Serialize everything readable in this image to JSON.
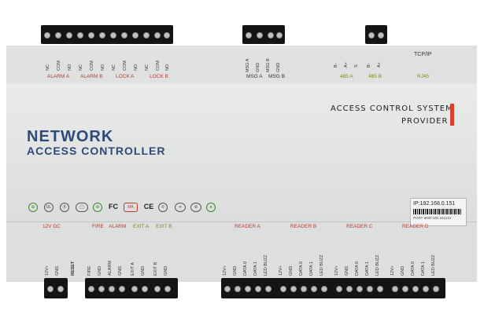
{
  "top_groups": {
    "alarm_a": "ALARM A",
    "alarm_b": "ALARM B",
    "lock_a": "LOCK A",
    "lock_b": "LOCK B",
    "msg_a": "MSG A",
    "msg_b": "MSG B",
    "p485_a": "485 A",
    "p485_b": "485 B",
    "rj45": "RJ45",
    "tcpip": "TCP/IP"
  },
  "top_pins": {
    "nc": "NC",
    "com": "COM",
    "no": "NO",
    "msga": "MSG A",
    "msgb": "MSG B",
    "gnd": "GND",
    "bminus": "B-",
    "aplus": "A+",
    "s": "S"
  },
  "face": {
    "title_line1": "NETWORK",
    "title_line2": "ACCESS CONTROLLER",
    "system_line1": "ACCESS CONTROL SYSTEM",
    "system_line2": "PROVIDER",
    "ip_label": "IP:192.168.0.151",
    "ip_small": "PORT 8000  S/N  241131"
  },
  "bottom_groups": {
    "dc12v": "12V DC",
    "fire": "FIRE",
    "alarm": "ALARM",
    "exit_a": "EXIT A",
    "exit_b": "EXIT B",
    "reader_a": "READER A",
    "reader_b": "READER B",
    "reader_c": "READER C",
    "reader_d": "READER D"
  },
  "bottom_pins": {
    "v12": "12V+",
    "gnd": "GND",
    "reset": "RESET",
    "fire": "FIRE",
    "alarm": "ALARM",
    "exita": "EXIT A",
    "exitb": "EXIT B",
    "data0": "DATA 0",
    "data1": "DATA 1",
    "ledbuzz": "LED BUZZ"
  },
  "certifications": [
    "eco-icon",
    "ul-icon",
    "rohs-icon",
    "rohs2-icon",
    "recycle-icon",
    "fcc-icon",
    "mark-icon",
    "ce-icon",
    "c-icon",
    "leaf-icon",
    "gear-icon",
    "round-icon"
  ]
}
